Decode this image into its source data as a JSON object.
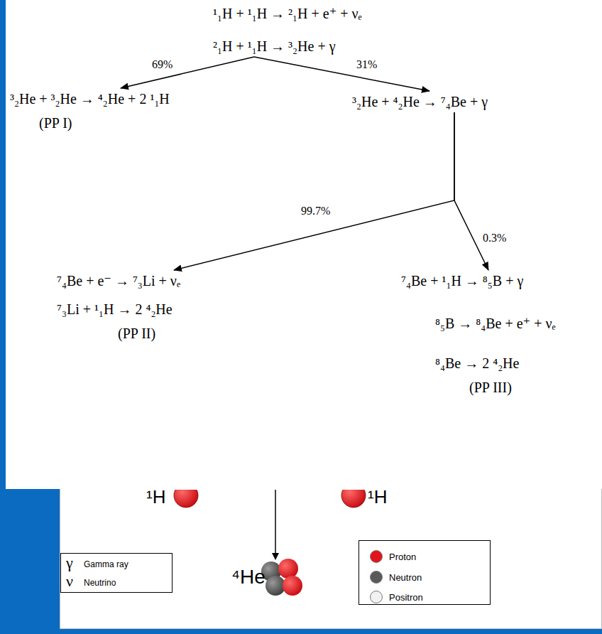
{
  "diagram": {
    "nodes": [
      {
        "text": [
          "¹₁H + ¹₁H → ²₁H + e⁺ + νₑ"
        ]
      },
      {
        "text": [
          "²₁H + ¹₁H → ³₂He + γ"
        ]
      },
      {
        "text": [
          "³₂He + ³₂He → ⁴₂He + 2 ¹₁H",
          "(PP I)"
        ]
      },
      {
        "text": [
          "³₂He + ⁴₂He → ⁷₄Be + γ"
        ]
      },
      {
        "text": [
          "⁷₄Be + e⁻ → ⁷₃Li + νₑ",
          "⁷₃Li + ¹₁H → 2 ⁴₂He",
          "(PP II)"
        ]
      },
      {
        "text": [
          "⁷₄Be + ¹₁H → ⁸₅B + γ",
          "⁸₅B → ⁸₄Be + e⁺ + νₑ",
          "⁸₄Be → 2 ⁴₂He",
          "(PP III)"
        ]
      }
    ],
    "edges": [
      {
        "from": 1,
        "to": 2,
        "arrow": "to",
        "label": "69%"
      },
      {
        "from": 1,
        "to": 3,
        "arrow": "to",
        "label": "31%"
      },
      {
        "from": 3,
        "to": 4,
        "arrow": "to",
        "label": "99.7%"
      },
      {
        "from": 3,
        "to": 5,
        "arrow": "to",
        "label": "0.3%"
      }
    ],
    "labels": [
      "¹H",
      "¹H",
      "⁴He",
      "γ",
      "ν"
    ],
    "legend": [
      {
        "text": "Gamma ray"
      },
      {
        "text": "Neutrino"
      },
      {
        "text": "Proton",
        "color": "#e3141b"
      },
      {
        "text": "Neutron",
        "color": "#595959"
      },
      {
        "text": "Positron",
        "color": "#f2f2f2"
      }
    ]
  }
}
